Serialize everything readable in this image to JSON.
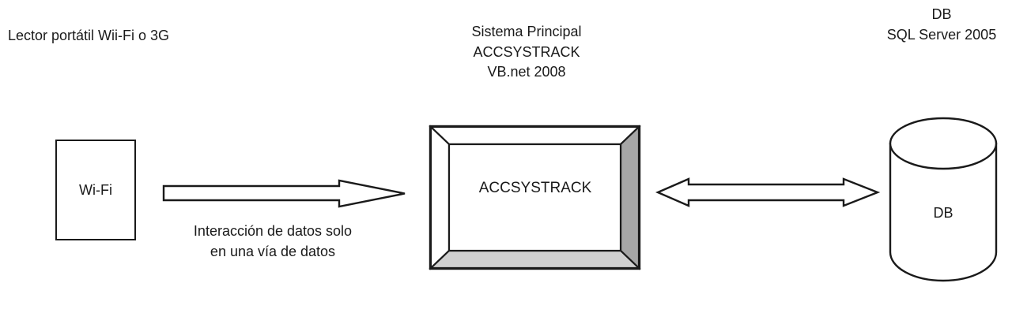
{
  "diagram": {
    "title_visible": false,
    "background_color": "#ffffff",
    "stroke_color": "#1a1a1a",
    "captions": {
      "reader": "Lector portátil Wii-Fi o 3G",
      "system": [
        "Sistema Principal",
        "ACCSYSTRACK",
        "VB.net 2008"
      ],
      "database": [
        "DB",
        "SQL Server 2005"
      ],
      "flow": [
        "Interacción de datos solo",
        "en una vía de datos"
      ]
    },
    "nodes": [
      {
        "id": "wifi-device",
        "shape": "rectangle",
        "label": "Wi-Fi",
        "caption": "Lector portátil Wii-Fi o 3G",
        "fill": "#ffffff",
        "stroke": "#1a1a1a"
      },
      {
        "id": "main-system",
        "shape": "beveled-frame",
        "label": "ACCSYSTRACK",
        "caption": "Sistema Principal / ACCSYSTRACK / VB.net 2008",
        "fill": "#ffffff",
        "bevel_right_fill": "#a6a6a6",
        "bevel_bottom_fill": "#d0d0d0",
        "bevel_top_fill": "#ffffff",
        "bevel_left_fill": "#ffffff",
        "stroke": "#1a1a1a"
      },
      {
        "id": "database",
        "shape": "cylinder",
        "label": "DB",
        "caption": "DB / SQL Server 2005",
        "fill": "#ffffff",
        "stroke": "#1a1a1a"
      }
    ],
    "connectors": [
      {
        "id": "wifi-to-system",
        "from": "wifi-device",
        "to": "main-system",
        "style": "hollow-block-arrow",
        "direction": "one-way",
        "label": "Interacción de datos solo en una vía de datos"
      },
      {
        "id": "system-to-database",
        "from": "main-system",
        "to": "database",
        "style": "hollow-block-arrow",
        "direction": "two-way",
        "label": ""
      }
    ]
  }
}
